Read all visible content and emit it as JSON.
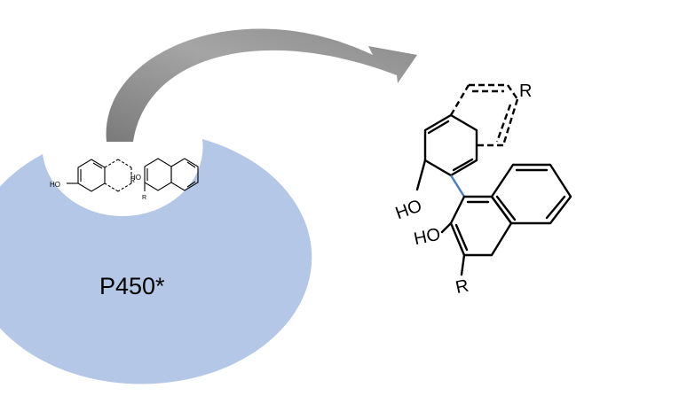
{
  "enzyme": {
    "label": "P450*",
    "color": "#b4c7e7"
  },
  "arrow": {
    "color": "#8c8c8c"
  },
  "substrates": {
    "substrate_1": {
      "hydroxyl": "HO",
      "substituent": "R"
    },
    "substrate_2": {
      "hydroxyl": "HO",
      "substituent": "R"
    }
  },
  "product": {
    "top_hydroxyl": "HO",
    "bottom_hydroxyl": "HO",
    "top_substituent": "R",
    "bottom_substituent": "R",
    "new_bond_color": "#4a7ebb"
  }
}
